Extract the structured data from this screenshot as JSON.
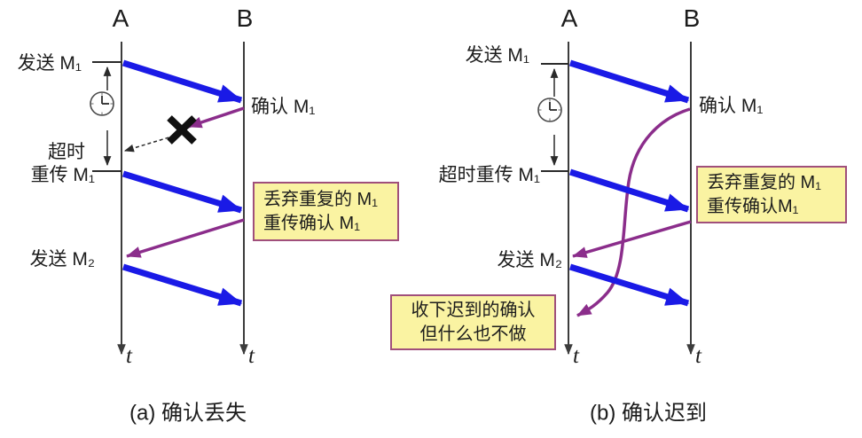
{
  "figure": {
    "a": {
      "host_a": "A",
      "host_b": "B",
      "send_m1": "发送 M₁",
      "timeout": "超时",
      "retransmit_m1": "重传 M₁",
      "send_m2": "发送 M₂",
      "ack_m1": "确认 M₁",
      "t_left": "t",
      "t_right": "t",
      "note_discard_line1": "丢弃重复的 M₁",
      "note_discard_line2": "重传确认 M₁",
      "caption": "(a) 确认丢失"
    },
    "b": {
      "host_a": "A",
      "host_b": "B",
      "send_m1": "发送 M₁",
      "timeout_retransmit_m1": "超时重传 M₁",
      "send_m2": "发送 M₂",
      "ack_m1": "确认 M₁",
      "t_left": "t",
      "t_right": "t",
      "note_discard_line1": "丢弃重复的 M₁",
      "note_discard_line2": "重传确认M₁",
      "note_late_line1": "收下迟到的确认",
      "note_late_line2": "但什么也不做",
      "caption": "(b) 确认迟到"
    }
  },
  "icons": {
    "clock_icon": "timeout timer clock (hands at 12 and 3)",
    "cross_icon": "✗ lost-packet cross",
    "arrow_icons": "solid triangle arrowheads"
  },
  "colors": {
    "message_arrow": "#1a1ae6",
    "ack_arrow": "#8b2d8b",
    "note_fill": "#faf3a2",
    "note_border": "#a04f7b",
    "axis": "#3c3c3c",
    "ink": "#1c1c1c"
  }
}
